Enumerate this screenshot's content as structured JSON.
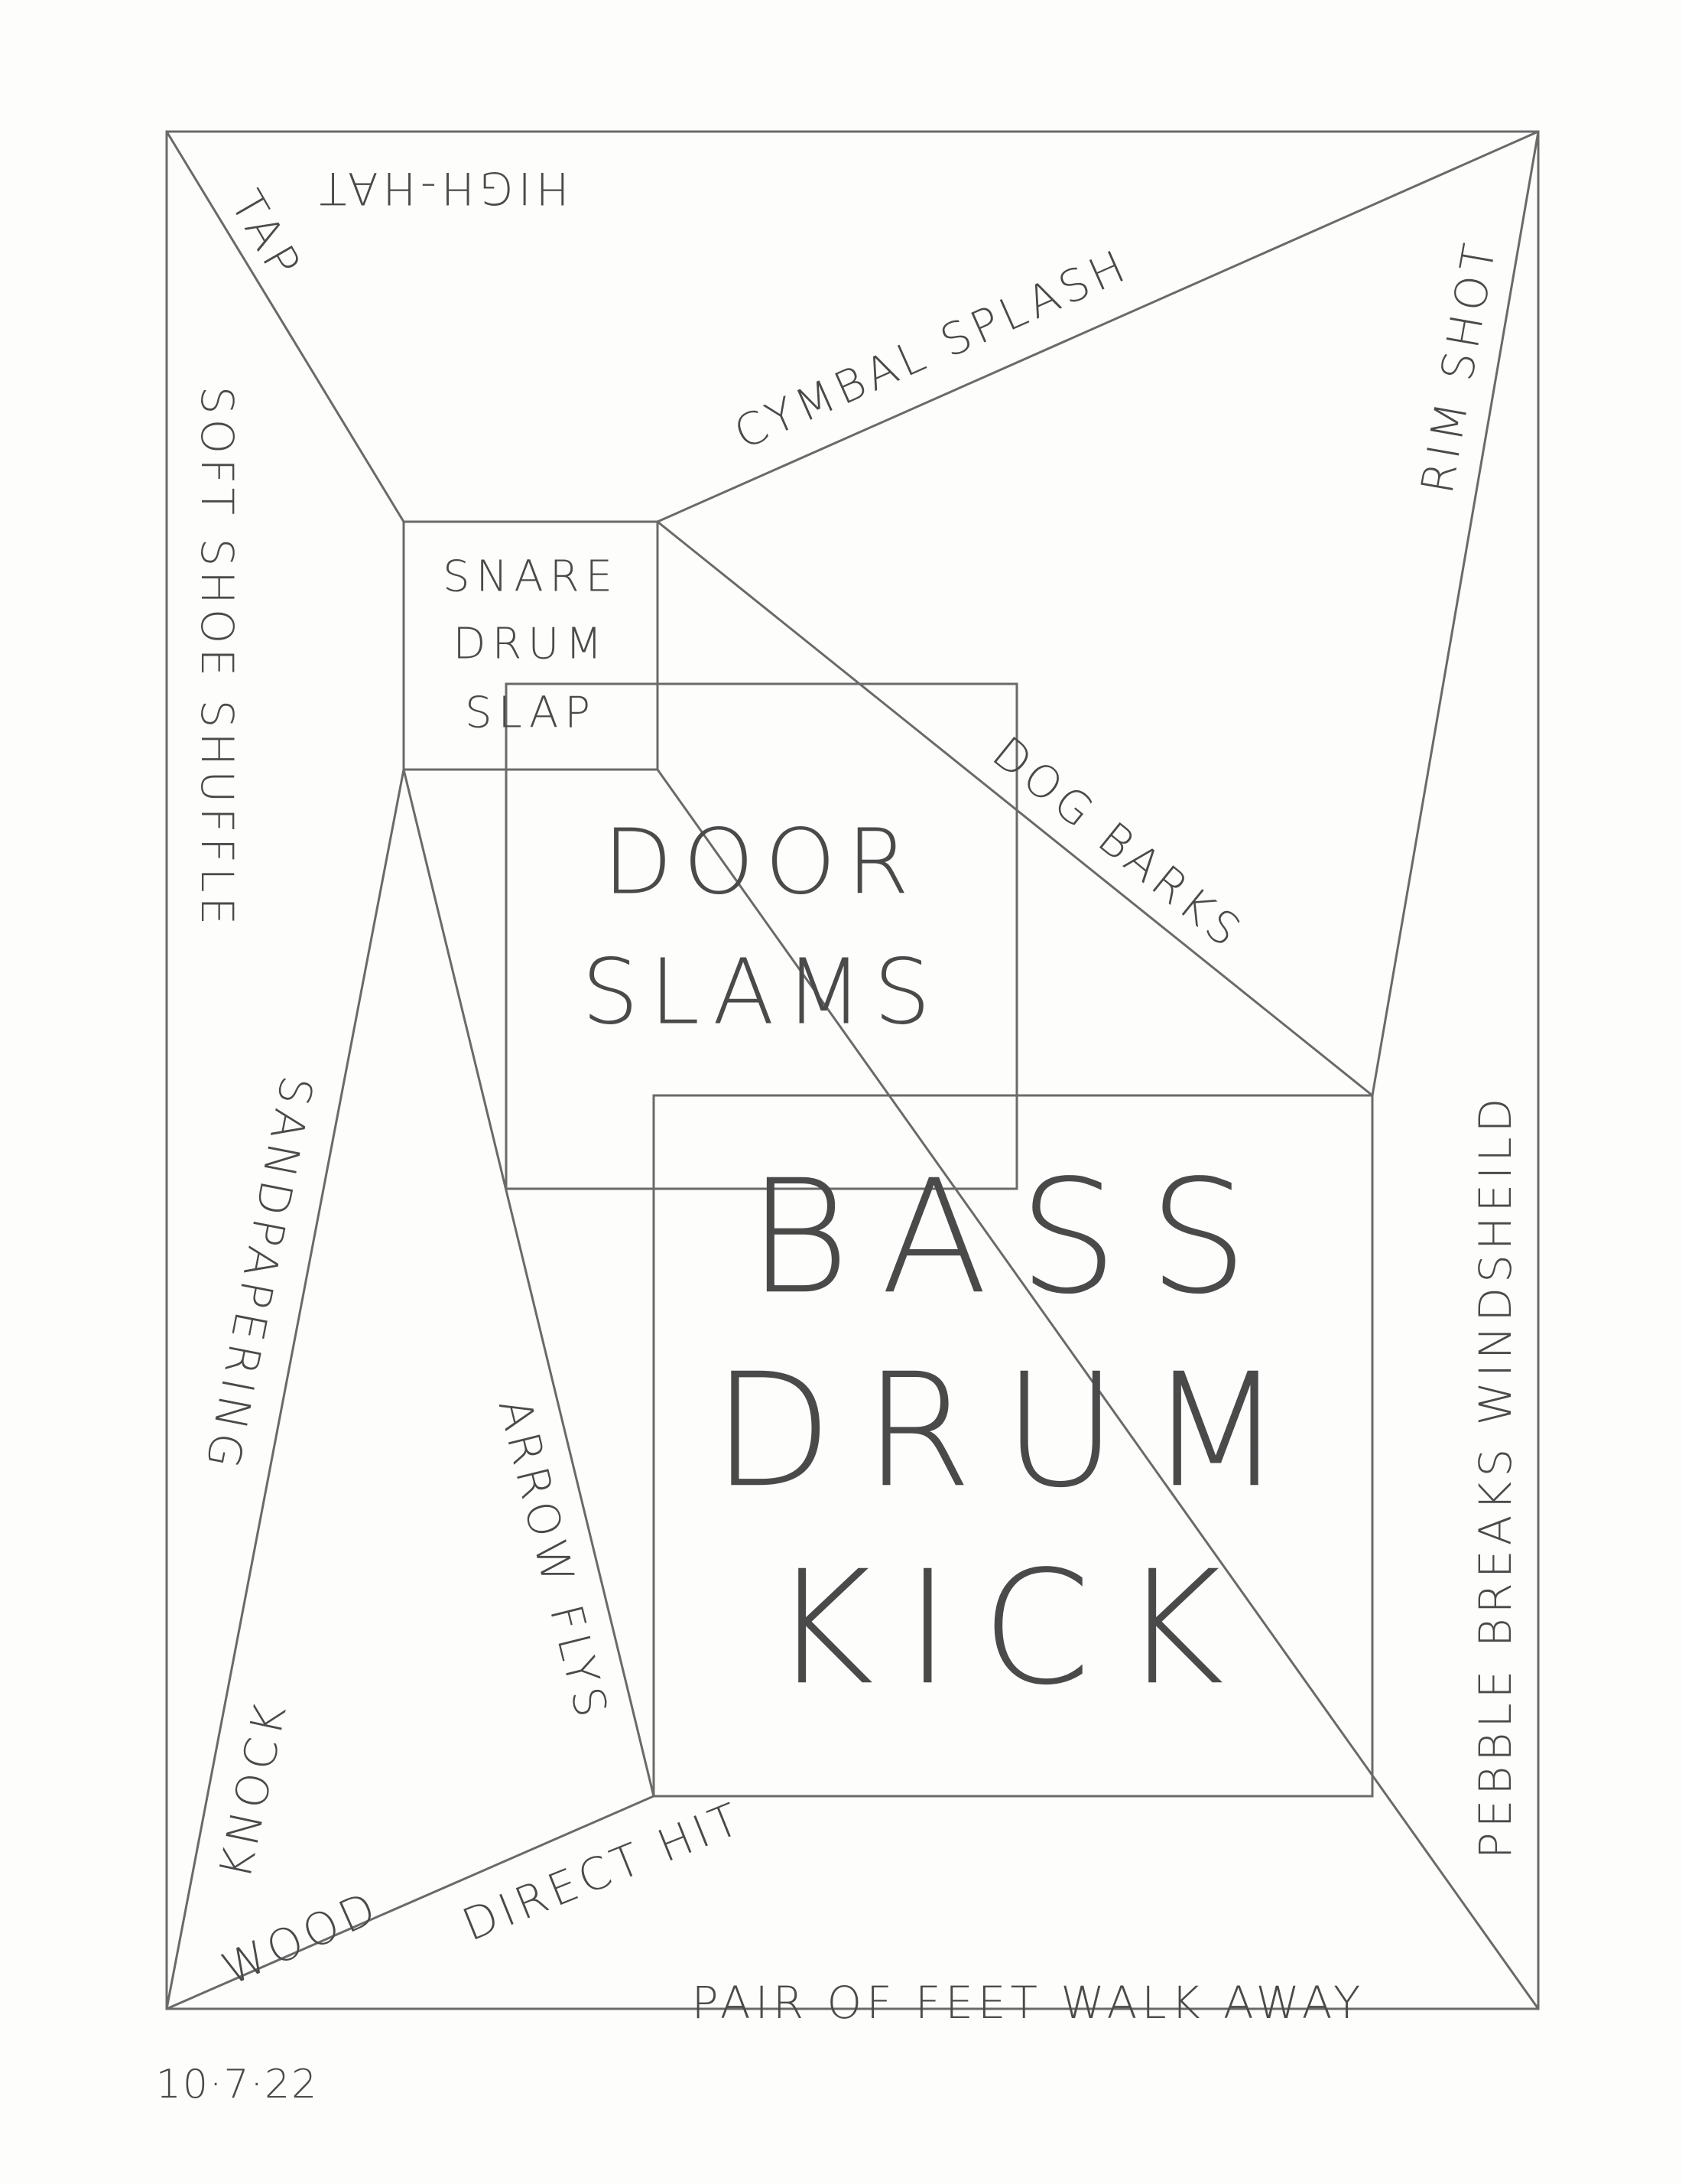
{
  "labels": {
    "high_hat": "HIGH-HAT",
    "tap": "TAP",
    "soft_shoe_shuffle": "SOFT SHOE SHUFFLE",
    "cymbal_splash": "CYMBAL SPLASH",
    "rim_shot": "RIM SHOT",
    "snare_drum_slap": [
      "SNARE",
      "DRUM",
      "SLAP"
    ],
    "dog_barks": "DOG BARKS",
    "door_slams": [
      "DOOR",
      "SLAMS"
    ],
    "sandpapering": "SANDPAPERING",
    "pebble_breaks_windsheild": "PEBBLE BREAKS WINDSHEILD",
    "bass_drum_kick": [
      "BASS",
      "DRUM",
      "KICK"
    ],
    "arrow_flys": "ARROW FLYS",
    "knock_wood": [
      "KNOCK",
      "WOOD"
    ],
    "direct_hit": "DIRECT HIT",
    "pair_of_feet_walk_away": "PAIR OF FEET WALK AWAY"
  },
  "date": "10·7·22",
  "colors": {
    "paper": "#fdfdfc",
    "pencil": "#4a4a4a",
    "line": "#6a6a6a"
  }
}
